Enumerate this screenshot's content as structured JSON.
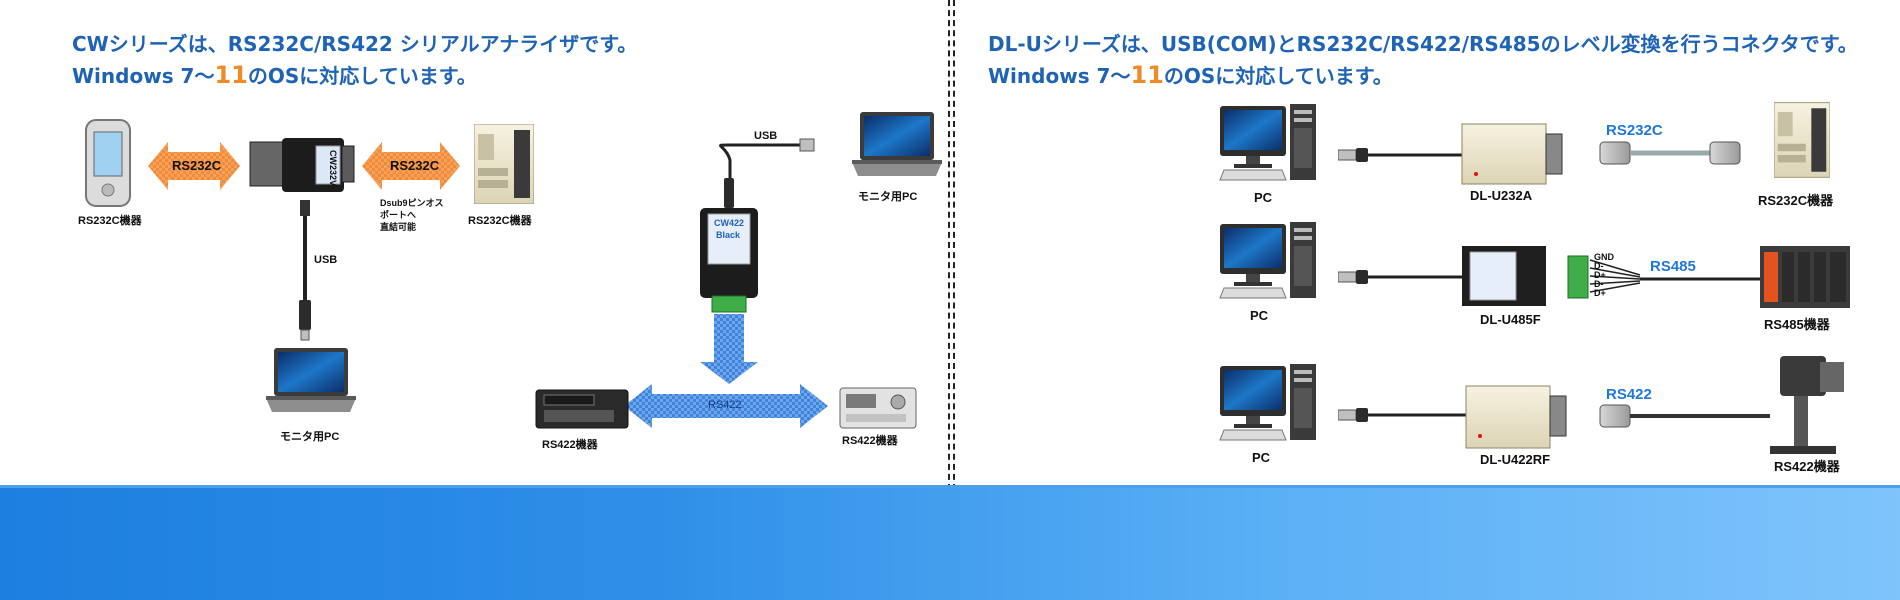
{
  "left": {
    "headline1": "CWシリーズは、RS232C/RS422 シリアルアナライザです。",
    "headline2_pre": "Windows 7〜",
    "headline2_num": "11",
    "headline2_post": "のOSに対応しています。",
    "labels": {
      "rs232c_device_left": "RS232C機器",
      "rs232c_device_right": "RS232C機器",
      "arrow_left": "RS232C",
      "arrow_right": "RS232C",
      "dsub_note_1": "Dsub9ピンオス",
      "dsub_note_2": "ポートへ",
      "dsub_note_3": "直結可能",
      "usb_vertical": "USB",
      "monitor_pc_bottom": "モニタ用PC",
      "usb_top": "USB",
      "monitor_pc_top": "モニタ用PC",
      "rs422_arrow": "RS422",
      "rs422_device_left": "RS422機器",
      "rs422_device_right": "RS422機器",
      "cw232_text": "CW232V",
      "cw422_text_1": "CW422",
      "cw422_text_2": "Black"
    }
  },
  "right": {
    "headline1": "DL-Uシリーズは、USB(COM)とRS232C/RS422/RS485のレベル変換を行うコネクタです。",
    "headline2_pre": "Windows 7〜",
    "headline2_num": "11",
    "headline2_post": "のOSに対応しています。",
    "rows": [
      {
        "pc": "PC",
        "device": "DL-U232A",
        "link": "RS232C",
        "target": "RS232C機器"
      },
      {
        "pc": "PC",
        "device": "DL-U485F",
        "link": "RS485",
        "target": "RS485機器"
      },
      {
        "pc": "PC",
        "device": "DL-U422RF",
        "link": "RS422",
        "target": "RS422機器"
      }
    ],
    "terminal_labels": [
      "GND",
      "D-",
      "D+",
      "D-",
      "D+"
    ]
  },
  "colors": {
    "headline": "#1f63b5",
    "highlight": "#ef8a26",
    "orange_arrow": "#f59a4a",
    "blue_arrow": "#4d8fe0",
    "link_text": "#1f78d8",
    "footer_start": "#1d7fdf",
    "footer_end": "#7fc4fb"
  }
}
